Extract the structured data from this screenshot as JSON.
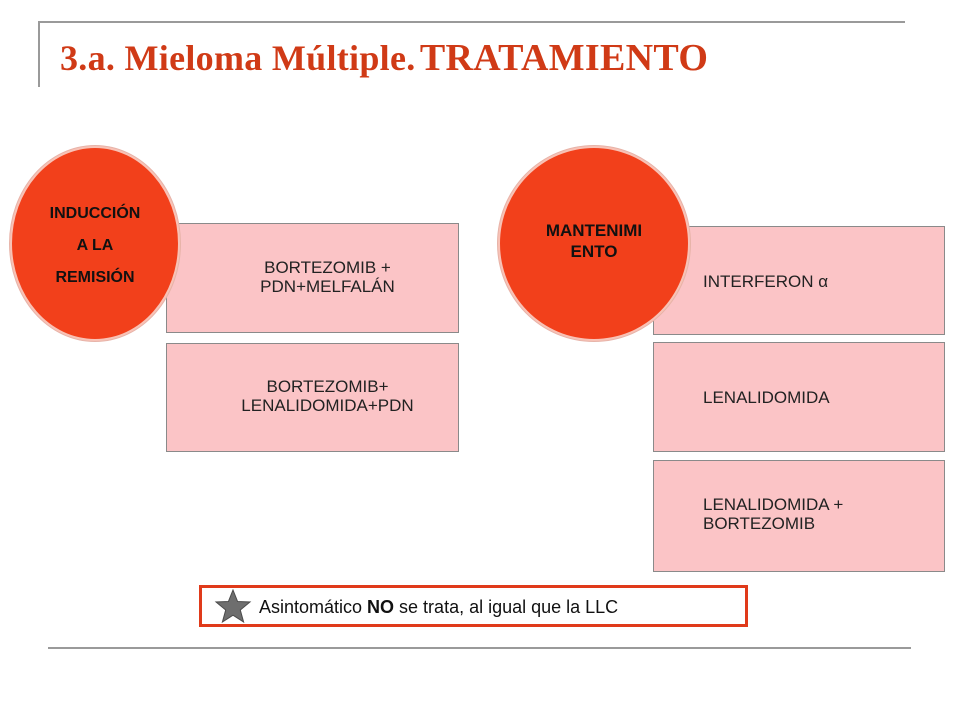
{
  "slide": {
    "title_part1": "3.a. Mieloma Múltiple.",
    "title_part2": "TRATAMIENTO"
  },
  "induction": {
    "circle_lines": [
      "INDUCCIÓN",
      "A LA",
      "REMISIÓN"
    ],
    "boxes": [
      "BORTEZOMIB +\nPDN+MELFALÁN",
      "BORTEZOMIB+\nLENALIDOMIDA+PDN"
    ]
  },
  "maintenance": {
    "circle_lines": [
      "MANTENIMI",
      "ENTO"
    ],
    "boxes": [
      "INTERFERON α",
      "LENALIDOMIDA",
      "LENALIDOMIDA +\nBORTEZOMIB"
    ]
  },
  "note": {
    "icon": "star-icon",
    "text_before": "Asintomático ",
    "text_bold": "NO",
    "text_after": " se trata, al igual que la LLC"
  },
  "colors": {
    "title": "#d03a16",
    "circle_fill": "#f2401b",
    "box_fill": "#fbc4c6",
    "note_border": "#e03a1a"
  }
}
